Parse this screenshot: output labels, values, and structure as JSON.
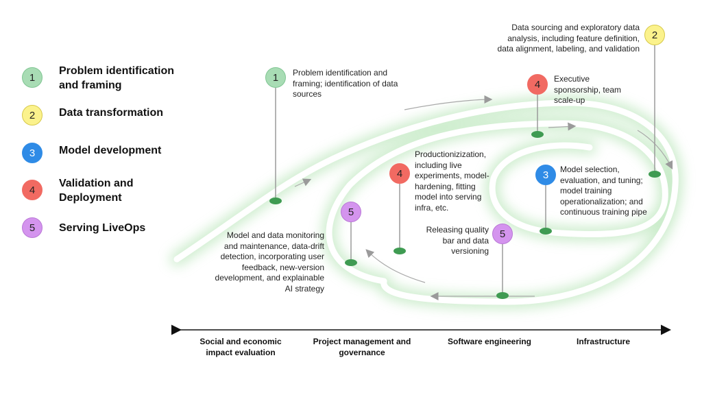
{
  "legend": [
    {
      "number": "1",
      "label": "Problem identification and framing",
      "color": "#a8dcb4",
      "border": "#7fc592"
    },
    {
      "number": "2",
      "label": "Data transformation",
      "color": "#fbf28c",
      "border": "#d6c84a"
    },
    {
      "number": "3",
      "label": "Model development",
      "color": "#2f8be6",
      "border": "#2f8be6"
    },
    {
      "number": "4",
      "label": "Validation and Deployment",
      "color": "#f16a62",
      "border": "#f16a62"
    },
    {
      "number": "5",
      "label": "Serving LiveOps",
      "color": "#d494ee",
      "border": "#b977d6"
    }
  ],
  "markers": [
    {
      "number": "1",
      "text": "Problem identification and framing; identification of data sources"
    },
    {
      "number": "2",
      "text": "Data sourcing and exploratory data analysis, including feature definition, data alignment, labeling, and validation"
    },
    {
      "number": "4",
      "text": "Executive sponsorship, team scale-up"
    },
    {
      "number": "3",
      "text": "Model selection, evaluation, and tuning; model training operationalization; and continuous training pipe"
    },
    {
      "number": "4",
      "text": "Productionizization, including live experiments, model-hardening, fitting model into serving infra, etc."
    },
    {
      "number": "5",
      "text": "Model and data monitoring and maintenance, data-drift detection, incorporating user feedback, new-version development, and explainable AI strategy"
    },
    {
      "number": "5",
      "text": "Releasing quality bar and data versioning"
    }
  ],
  "axis": {
    "labels": [
      "Social and economic impact evaluation",
      "Project management and governance",
      "Software engineering",
      "Infrastructure"
    ]
  }
}
